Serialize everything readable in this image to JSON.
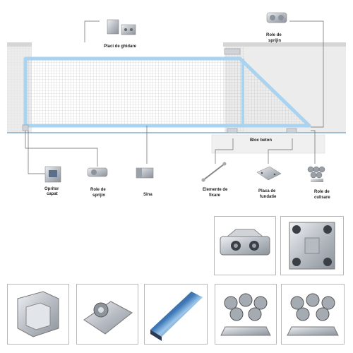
{
  "labels": {
    "placi_de_ghidare": "Placi de ghidare",
    "role_de_sprijin_top_1": "Role de",
    "role_de_sprijin_top_2": "sprijin",
    "bloc_beton": "Bloc beton",
    "opritor_capat_1": "Opritor",
    "opritor_capat_2": "capat",
    "role_de_sprijin_1": "Role de",
    "role_de_sprijin_2": "sprijin",
    "sina": "Sina",
    "elemente_de_fixare_1": "Elemente de",
    "elemente_de_fixare_2": "fixare",
    "placa_de_fundatie_1": "Placa de",
    "placa_de_fundatie_2": "fundatie",
    "role_de_culisare_1": "Role de",
    "role_de_culisare_2": "culisare"
  },
  "colors": {
    "gate_frame": "#a9d3ef",
    "mesh": "#c9c9c9",
    "wall": "#ececec",
    "ground": "#6e9fc1",
    "metal": "#c4c7cc"
  }
}
